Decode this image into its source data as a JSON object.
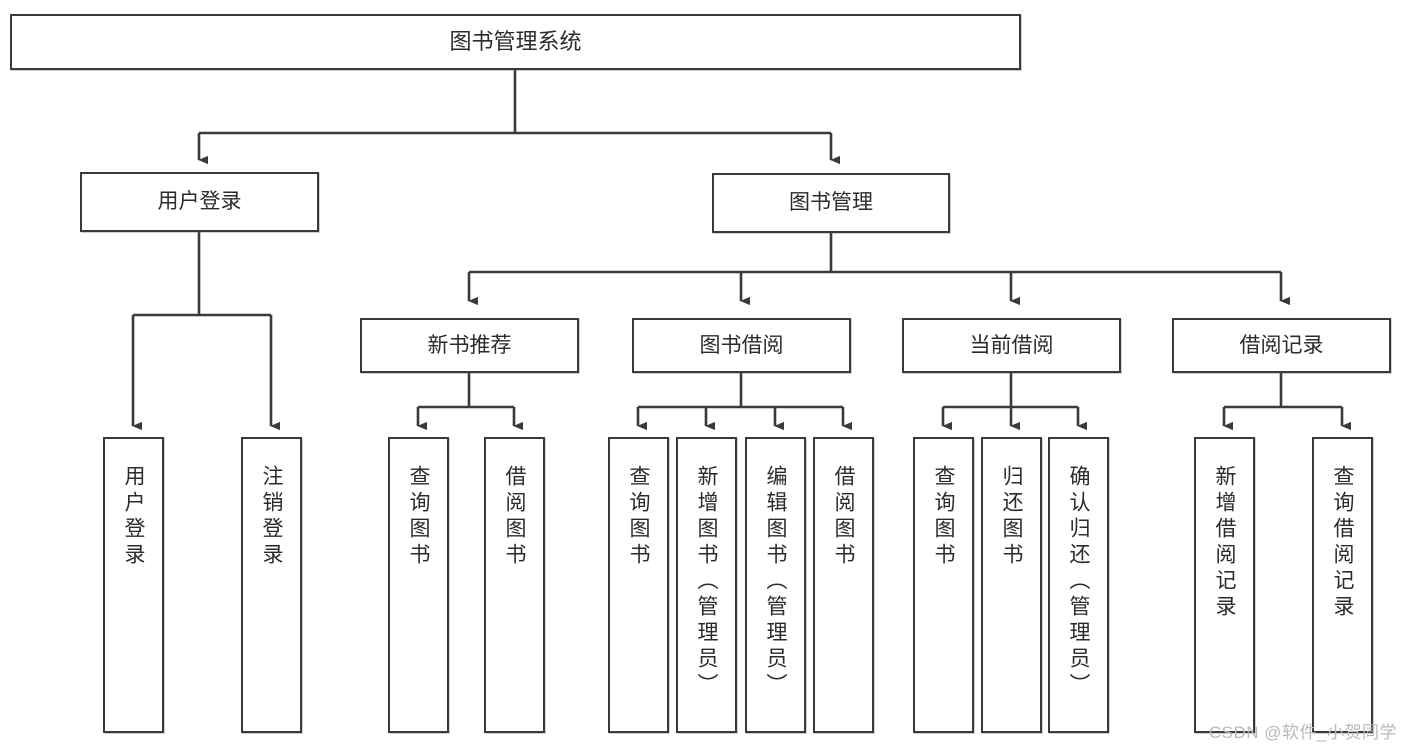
{
  "diagram": {
    "title": "图书管理系统",
    "type": "tree-hierarchy",
    "watermark": "CSDN @软件_小贺同学",
    "colors": {
      "background": "#ffffff",
      "box_border": "#3a3a3a",
      "box_fill": "#ffffff",
      "text": "#2b2b2b",
      "edge": "#3a3a3a",
      "watermark": "#b9b9b9"
    },
    "nodes": {
      "root": {
        "label": "图书管理系统"
      },
      "level2": [
        {
          "id": "user-login",
          "label": "用户登录"
        },
        {
          "id": "book-management",
          "label": "图书管理"
        }
      ],
      "level3": [
        {
          "id": "new-book-recommend",
          "label": "新书推荐"
        },
        {
          "id": "book-borrow",
          "label": "图书借阅"
        },
        {
          "id": "current-borrow",
          "label": "当前借阅"
        },
        {
          "id": "borrow-record",
          "label": "借阅记录"
        }
      ],
      "leaves": {
        "user-login": [
          {
            "id": "leaf-user-login",
            "label": "用户登录"
          },
          {
            "id": "leaf-user-logout",
            "label": "注销登录"
          }
        ],
        "new-book-recommend": [
          {
            "id": "leaf-query-book-1",
            "label": "查询图书"
          },
          {
            "id": "leaf-borrow-book-1",
            "label": "借阅图书"
          }
        ],
        "book-borrow": [
          {
            "id": "leaf-query-book-2",
            "label": "查询图书"
          },
          {
            "id": "leaf-add-book",
            "label": "新增图书（管理员）"
          },
          {
            "id": "leaf-edit-book",
            "label": "编辑图书（管理员）"
          },
          {
            "id": "leaf-borrow-book-2",
            "label": "借阅图书"
          }
        ],
        "current-borrow": [
          {
            "id": "leaf-query-book-3",
            "label": "查询图书"
          },
          {
            "id": "leaf-return-book",
            "label": "归还图书"
          },
          {
            "id": "leaf-confirm-return",
            "label": "确认归还（管理员）"
          }
        ],
        "borrow-record": [
          {
            "id": "leaf-add-record",
            "label": "新增借阅记录"
          },
          {
            "id": "leaf-query-record",
            "label": "查询借阅记录"
          }
        ]
      }
    }
  }
}
